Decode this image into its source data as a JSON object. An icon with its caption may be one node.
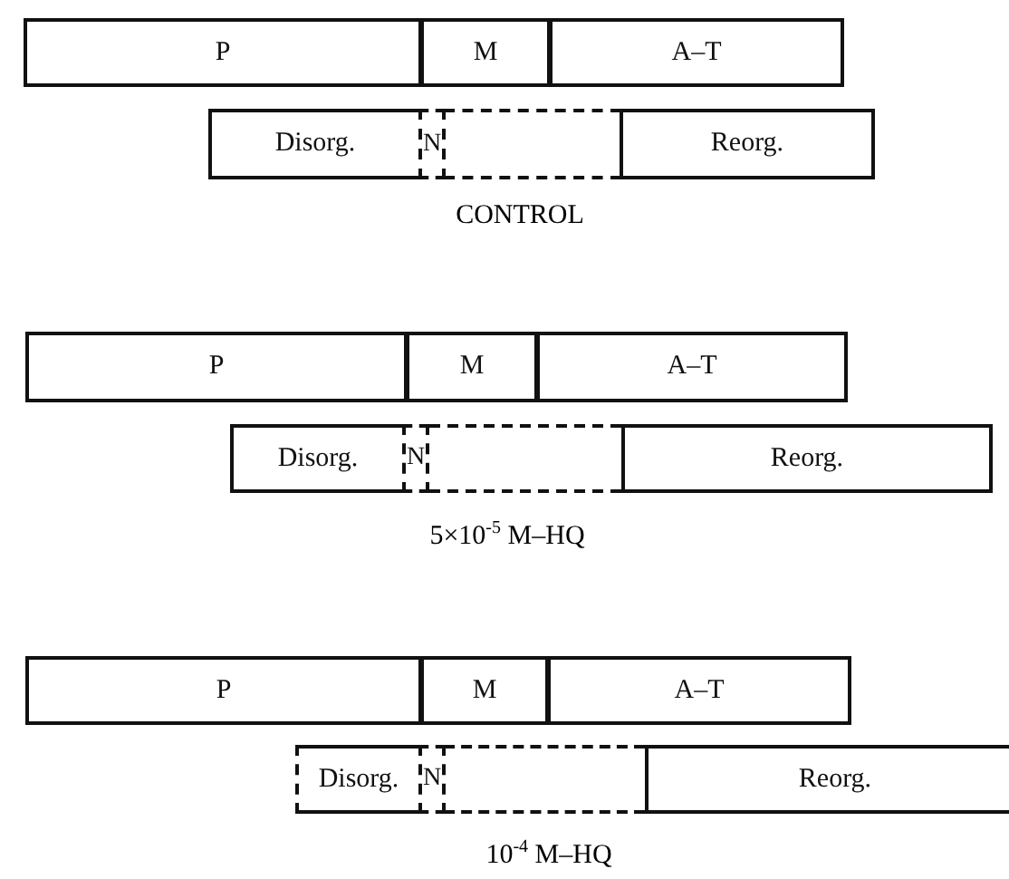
{
  "diagram": {
    "nodes": [
      {
        "text": [
          "P"
        ]
      },
      {
        "text": [
          "M"
        ]
      },
      {
        "text": [
          "A–T"
        ]
      },
      {
        "text": [
          "Disorg."
        ]
      },
      {
        "text": [
          "N"
        ]
      },
      {
        "text": [],
        "shape": "box"
      },
      {
        "text": [
          "Reorg."
        ]
      },
      {
        "text": [
          "P"
        ]
      },
      {
        "text": [
          "M"
        ]
      },
      {
        "text": [
          "A–T"
        ]
      },
      {
        "text": [
          "Disorg."
        ]
      },
      {
        "text": [
          "N"
        ]
      },
      {
        "text": [],
        "shape": "box"
      },
      {
        "text": [
          "Reorg."
        ]
      },
      {
        "text": [
          "P"
        ]
      },
      {
        "text": [
          "M"
        ]
      },
      {
        "text": [
          "A–T"
        ]
      },
      {
        "text": [
          "Disorg."
        ]
      },
      {
        "text": [
          "N"
        ]
      },
      {
        "text": [],
        "shape": "box"
      },
      {
        "text": [
          "Reorg."
        ]
      }
    ],
    "labels": [
      "CONTROL",
      "5×10$^{-5}$ M–HQ",
      "10$^{-4}$ M–HQ"
    ]
  }
}
